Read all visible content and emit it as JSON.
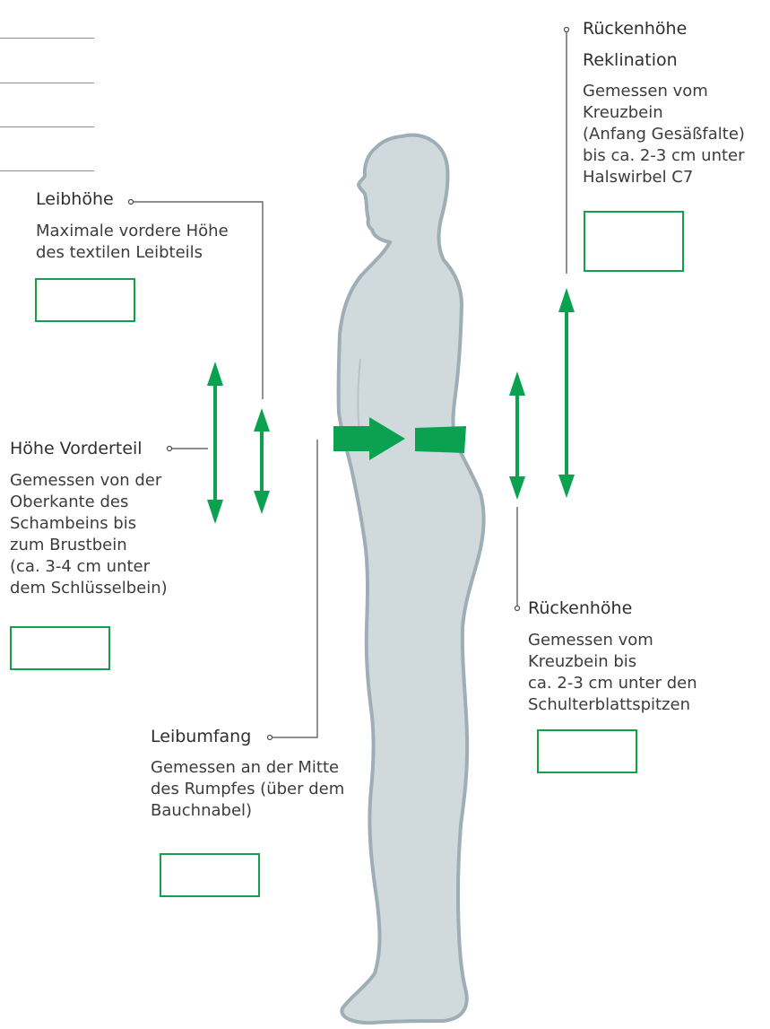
{
  "colors": {
    "accent": "#0aa250",
    "box_border": "#14a04a",
    "figure_fill": "#d0dadd",
    "figure_outline": "#9fadb6",
    "leader_line": "#4a4a4a"
  },
  "measurements": {
    "leibhoehe": {
      "title": "Leibhöhe",
      "description": "Maximale vordere Höhe\ndes textilen Leibteils",
      "input_value": ""
    },
    "hoehe_vorderteil": {
      "title": "Höhe Vorderteil",
      "description": "Gemessen von der\nOberkante des\nSchambeins bis\nzum Brustbein\n(ca. 3-4 cm unter\ndem Schlüsselbein)",
      "input_value": ""
    },
    "leibumfang": {
      "title": "Leibumfang",
      "description": "Gemessen an der Mitte\ndes Rumpfes (über dem\nBauchnabel)",
      "input_value": ""
    },
    "rueckenhoehe_reklination": {
      "title_line1": "Rückenhöhe",
      "title_line2": "Reklination",
      "description": "Gemessen vom\nKreuzbein\n(Anfang Gesäßfalte)\nbis ca. 2-3 cm unter\nHalswirbel C7",
      "input_value": ""
    },
    "rueckenhoehe": {
      "title": "Rückenhöhe",
      "description": "Gemessen vom\nKreuzbein bis\nca. 2-3 cm unter den\nSchulterblattspitzen",
      "input_value": ""
    }
  },
  "blank_lines": [
    "",
    "",
    "",
    ""
  ]
}
